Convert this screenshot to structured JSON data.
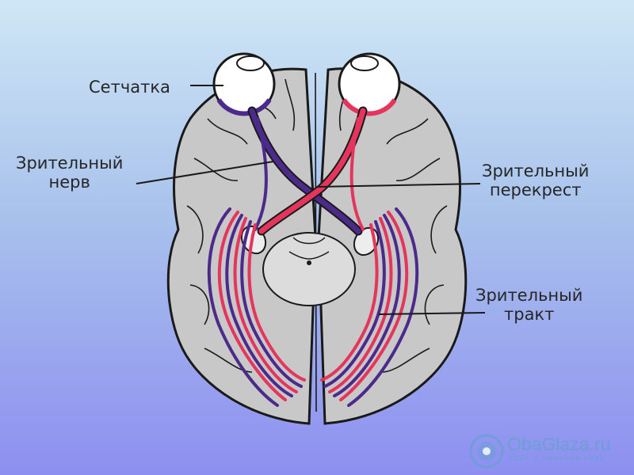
{
  "labels": {
    "retina": "Сетчатка",
    "optic_nerve": [
      "Зрительный",
      "нерв"
    ],
    "optic_chiasm": [
      "Зрительный",
      "перекрест"
    ],
    "optic_tract": [
      "Зрительный",
      "тракт"
    ]
  },
  "watermark": {
    "site": "ObaGlaza.ru",
    "tagline": "сайт о лечении глаз"
  },
  "colors": {
    "background_top": "#cfe7f5",
    "background_bottom": "#8d8ff0",
    "brain": "#c8c8c8",
    "brain_outline": "#1a1a1a",
    "left_pathway": "#4b2a8c",
    "right_pathway": "#e5355c",
    "eye_white": "#ffffff",
    "watermark": "#6b9fd6"
  }
}
